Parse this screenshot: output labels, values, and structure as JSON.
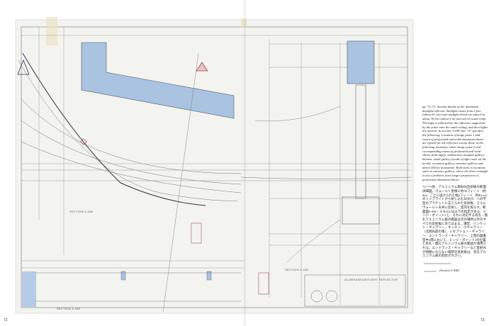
{
  "drawing": {
    "section_labels": [
      "SECTION 3-438",
      "SECTION 3-438",
      "SECTION 3-438"
    ],
    "title_block": "ALUMINUM DAYLIGHT REFLECTOR",
    "colors": {
      "sheet": "#f3f3ef",
      "line": "#6b6b6b",
      "blue_fill": "#a9c3e0",
      "red_mark": "#b0505a"
    }
  },
  "caption": {
    "en": "pp. 72–73: Section details of the aluminum daylight reflector. Sunlight comes from 2 feet (about 61 cm) wide skylight which are placed in about 30 feet (about 9 m) interval on south roofs. The light is reflected by the reflectors supported by the yokes onto the vault ceiling, and then lights the interior. In section 3-438 note \"A\" specifies the following: Location of hinge point 1 and extent of perforated and solid aluminum sheets are typical for all reflectors except those in the following locations, where hinge point 2 and corresponding extent of perforated and solid sheets shall apply: auditorium, banquet gallery, kitchen, small gallery (south of light court on the north), reception gallery, entrance gallery and above library mezzanine. Reflectors in locations such as entrance gallery, where the direct sunlight is not a problem, have larger proportion of perforated aluminum sheets.",
    "ja": "72～73頁：アルミニウム製採光反射板の断面詳細図。ヴォールト屋根に約30フィート（約9m）ごとに設けられた幅2フィート（約61cm）のトップライトから射し込む日光が、八の字型のブラケットに支えられた反射板、さらにヴォールト天井に反射し、室内を照らす。断面図3-438・メモAには以下の指定がある：ヒンジ・ポイント1と、それに対応する有孔・無孔アルミニウム板の範囲は次の場所以外のすべての反射板にあてはまる。講堂、バンケット・ギャラリー、キッチン、小ギャラリー（北側光庭の南）、レセプション・ギャラリー、エントランス・ギャラリー、上階の図書室中2階において、ヒンジ・ポイント2の位置と有孔・無孔アルミニウム板の範囲が適用される。エントランス・ギャラリーなど直射光が問題にならない場所の反射板は、有孔アルミニウム板の割合が大きい。",
    "scale_label": "(Section 3-438)"
  },
  "pages": {
    "left": "72",
    "right": "73"
  }
}
